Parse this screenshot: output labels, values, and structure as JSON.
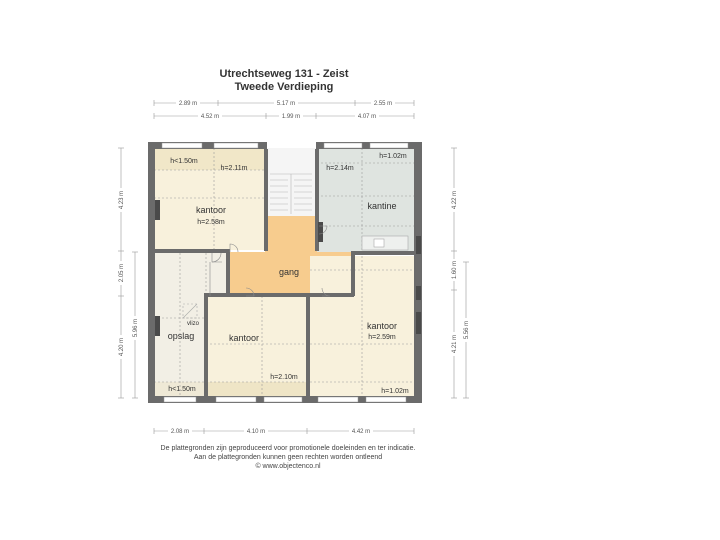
{
  "header": {
    "title": "Utrechtseweg 131 - Zeist",
    "subtitle": "Tweede Verdieping"
  },
  "dimensions": {
    "top_row1": [
      "2.89 m",
      "5.17 m",
      "2.55 m"
    ],
    "top_row2": [
      "4.52 m",
      "1.99 m",
      "4.07 m"
    ],
    "bottom": [
      "2.08 m",
      "4.10 m",
      "4.42 m"
    ],
    "left_outer": [
      "4.23 m",
      "2.05 m",
      "4.20 m"
    ],
    "left_inner": "5.96 m",
    "right_outer": [
      "4.22 m",
      "1.60 m",
      "4.21 m"
    ],
    "right_inner": "5.56 m"
  },
  "rooms": {
    "kantoor_nw": {
      "name": "kantoor",
      "height": "h=2.58m",
      "low1": "h<1.50m",
      "low2": "h=2.11m"
    },
    "kantine": {
      "name": "kantine",
      "low1": "h=2.14m",
      "low2": "h=1.02m"
    },
    "gang": {
      "name": "gang"
    },
    "opslag": {
      "name": "opslag",
      "vide": "vlizo",
      "low1": "h<1.50m"
    },
    "kantoor_s": {
      "name": "kantoor",
      "height": "h=2.10m"
    },
    "kantoor_se": {
      "name": "kantoor",
      "height": "h=2.59m",
      "low1": "h=1.02m"
    }
  },
  "colors": {
    "wall": "#6b6b6b",
    "office_fill": "#f8f1dc",
    "kantine_fill": "#dfe4e0",
    "gang_fill": "#f7cc8e",
    "stair_fill": "#f5f5f5"
  },
  "footer": {
    "line1": "De plattegronden zijn geproduceerd voor promotionele doeleinden en ter indicatie.",
    "line2": "Aan de plattegronden kunnen geen rechten worden ontleend",
    "line3": "© www.objectenco.nl"
  }
}
